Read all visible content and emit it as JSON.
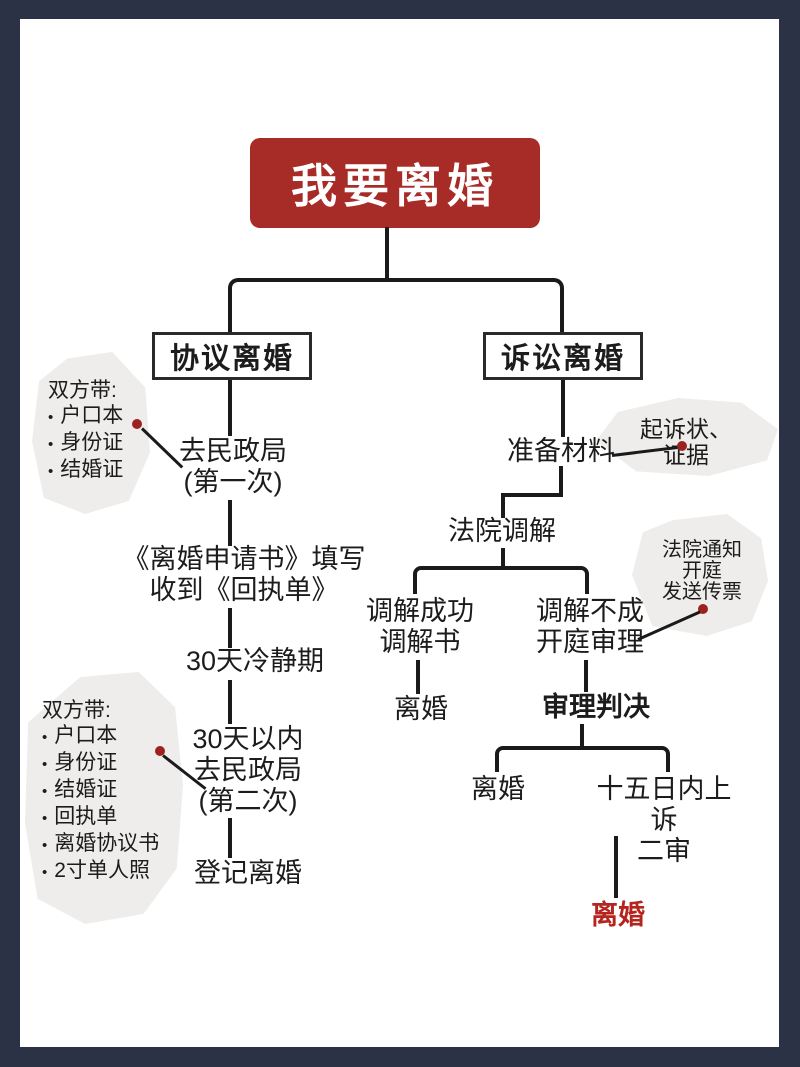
{
  "frame": {
    "border_color": "#2b3245",
    "canvas_color": "#ffffff",
    "line_color": "#1a1a1a"
  },
  "title": {
    "label": "我要离婚",
    "bg_color": "#a72b26",
    "text_color": "#ffffff"
  },
  "branch_left": {
    "header": "协议离婚",
    "step_civil_office_first": "去民政局\n(第一次)",
    "step_application": "《离婚申请书》填写\n收到《回执单》",
    "step_cooling_period": "30天冷静期",
    "step_civil_office_second": "30天以内\n去民政局\n(第二次)",
    "step_register_divorce": "登记离婚"
  },
  "branch_right": {
    "header": "诉讼离婚",
    "step_prepare_materials": "准备材料",
    "step_court_mediation": "法院调解",
    "mediation_success": "调解成功\n调解书",
    "mediation_success_result": "离婚",
    "mediation_fail": "调解不成\n开庭审理",
    "step_trial_judgment": "审理判决",
    "judgment_divorce": "离婚",
    "judgment_appeal": "十五日内上诉\n二审",
    "final_divorce": "离婚",
    "final_divorce_color": "#b5241f"
  },
  "annotations": {
    "bullet_char": "•",
    "blob_color": "#eeedeb",
    "dot_color": "#9b221e",
    "note_documents_first": {
      "title": "双方带:",
      "items": [
        "户口本",
        "身份证",
        "结婚证"
      ]
    },
    "note_documents_second": {
      "title": "双方带:",
      "items": [
        "户口本",
        "身份证",
        "结婚证",
        "回执单",
        "离婚协议书",
        "2寸单人照"
      ]
    },
    "note_lawsuit": "起诉状、证据",
    "note_court_notice": "法院通知\n开庭\n发送传票"
  }
}
